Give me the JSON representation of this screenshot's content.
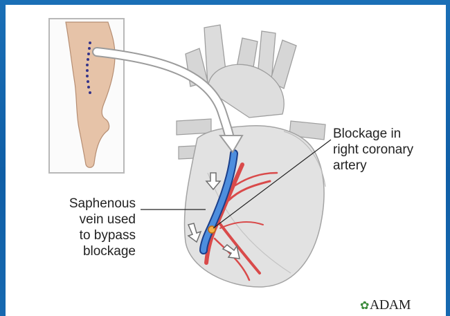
{
  "labels": {
    "left_lines": [
      "Saphenous",
      "vein used",
      "to bypass",
      "blockage"
    ],
    "right_lines": [
      "Blockage in",
      "right coronary",
      "artery"
    ]
  },
  "logo": {
    "text": "ADAM",
    "icon": "leaf-icon"
  },
  "colors": {
    "background": "#1167b1",
    "vein": "#3f7fd1",
    "artery": "#d94a4a",
    "heart": "#d9d9d9"
  }
}
